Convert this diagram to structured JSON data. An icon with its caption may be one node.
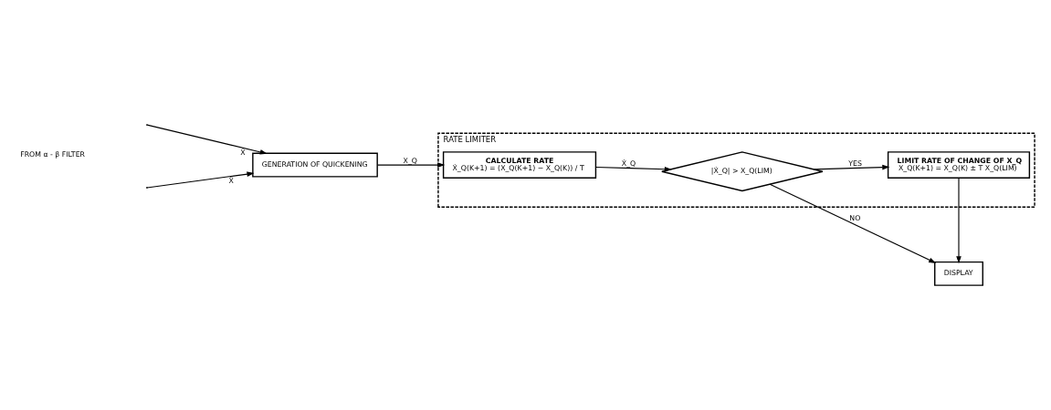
{
  "diagram": {
    "nodes": [
      {
        "text": [
          "RATE LIMITER"
        ]
      },
      {
        "text": [
          "GENERATION OF QUICKENING"
        ]
      },
      {
        "text": [
          "CALCULATE RATE",
          "Ẋ_Q(K+1) = (X_Q(K+1) − X_Q(K)) / T"
        ],
        "in": 0
      },
      {
        "text": [
          "|Ẋ_Q| > X_Q(LIM)"
        ],
        "in": 0
      },
      {
        "text": [
          "LIMIT RATE OF CHANGE OF X_Q",
          "X_Q(K+1) = X_Q(K) ± T X_Q(LIM)"
        ],
        "in": 0
      },
      {
        "text": [
          "DISPLAY"
        ]
      }
    ],
    "edges": [
      {
        "from": null,
        "to": 1,
        "arrow": "to",
        "label": "Ẋ"
      },
      {
        "from": null,
        "to": 1,
        "arrow": "to",
        "label": "Ẍ"
      },
      {
        "from": 1,
        "to": 2,
        "arrow": "to",
        "label": "X_Q"
      },
      {
        "from": 2,
        "to": 3,
        "arrow": "to",
        "label": "Ẋ_Q"
      },
      {
        "from": 3,
        "to": 5,
        "arrow": "to",
        "label": "NO"
      },
      {
        "from": 3,
        "to": 4,
        "arrow": "to",
        "label": "YES"
      },
      {
        "from": 4,
        "to": 5,
        "arrow": "to"
      }
    ],
    "labels": [
      "FROM α - β FILTER"
    ]
  }
}
